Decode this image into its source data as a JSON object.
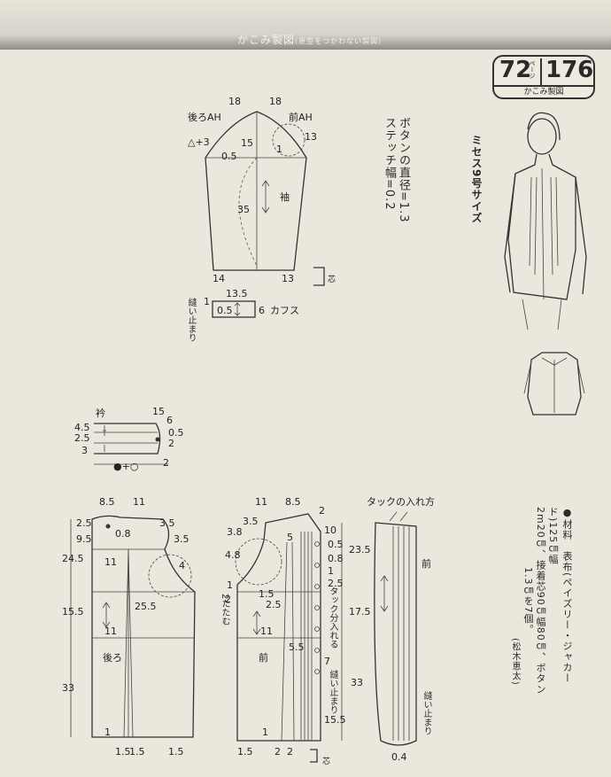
{
  "header": {
    "title": "かこみ製図",
    "subtitle": "(原型をつかわない製図)"
  },
  "badge": {
    "page": "72",
    "page_unit": "ページ",
    "number": "176",
    "label": "かこみ製図"
  },
  "size_note": "ミセス9号サイズ",
  "button_note": {
    "line1": "ボタンの直径=1.3",
    "line2": "ステッチ幅=0.2"
  },
  "materials": {
    "line1": "●材料　表布(ペイズリー・ジャカード)125㎝幅",
    "line2": "2m20㎝、接着芯90㎝幅80㎝、ボタン",
    "line3": "1.3㎝を7個。",
    "credit": "(松木恵太)"
  },
  "sleeve": {
    "back_ah": "後ろAH",
    "front_ah": "前AH",
    "name": "袖",
    "cuff": "カフス",
    "stitch_end": "縫い止まり",
    "interfacing": "芯",
    "dims": [
      "18",
      "18",
      "13",
      "15",
      "1",
      "△+3",
      "0.5",
      "35",
      "14",
      "13",
      "13.5",
      "1",
      "0.5",
      "6"
    ]
  },
  "collar": {
    "name": "衿",
    "dims": [
      "15",
      "6",
      "4.5",
      "2.5",
      "3",
      "0.5",
      "2",
      "2",
      "●+○"
    ]
  },
  "back": {
    "name": "後ろ",
    "dims": [
      "8.5",
      "11",
      "2.5",
      "3.5",
      "9.5",
      "0.8",
      "3.5",
      "24.5",
      "11",
      "4",
      "15.5",
      "25.5",
      "11",
      "33",
      "1",
      "1.5",
      "1.5",
      "1.5"
    ]
  },
  "front": {
    "name": "前",
    "fold": "2たたむ",
    "tuck_in": "タック分入れる",
    "stitch_end": "縫い止まり",
    "interfacing": "芯",
    "dims": [
      "11",
      "8.5",
      "2",
      "3.5",
      "3.8",
      "5",
      "10",
      "4.8",
      "0.5",
      "0.8",
      "1",
      "1",
      "2.5",
      "2",
      "1.5",
      "2.5",
      "11",
      "5.5",
      "7",
      "33",
      "15.5",
      "1",
      "1.5",
      "2",
      "2"
    ]
  },
  "tuck": {
    "title": "タックの入れ方",
    "front": "前",
    "stitch_end": "縫い止まり",
    "dims": [
      "23.5",
      "17.5",
      "0.4"
    ]
  }
}
